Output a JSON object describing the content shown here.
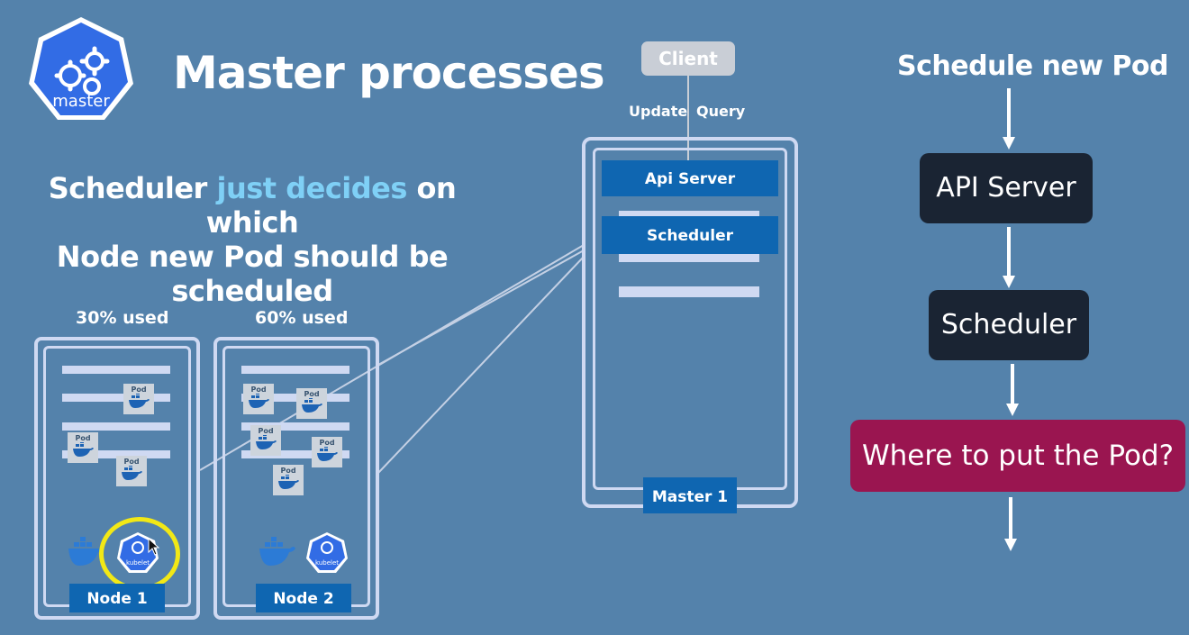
{
  "logo": {
    "label": "master"
  },
  "title": "Master processes",
  "subtitle": {
    "part1": "Scheduler ",
    "highlight": "just decides",
    "part2": " on which",
    "line2": "Node new Pod should be scheduled"
  },
  "nodes": [
    {
      "usage": "30% used",
      "label": "Node 1"
    },
    {
      "usage": "60% used",
      "label": "Node 2"
    }
  ],
  "pod_label": "Pod",
  "kubelet_label": "kubelet",
  "client": "Client",
  "update_label": "Update",
  "query_label": "Query",
  "master": {
    "api_label": "Api Server",
    "scheduler_label": "Scheduler",
    "label": "Master 1"
  },
  "flow": {
    "title": "Schedule new Pod",
    "steps": [
      "API Server",
      "Scheduler",
      "Where to put the Pod?"
    ]
  },
  "colors": {
    "background": "#5482ab",
    "highlight": "#7fd0f6",
    "label_blue": "#0f66b1",
    "dark_box": "#1a2433",
    "question_box": "#9a1550",
    "cursor_circle": "#f2e816"
  }
}
